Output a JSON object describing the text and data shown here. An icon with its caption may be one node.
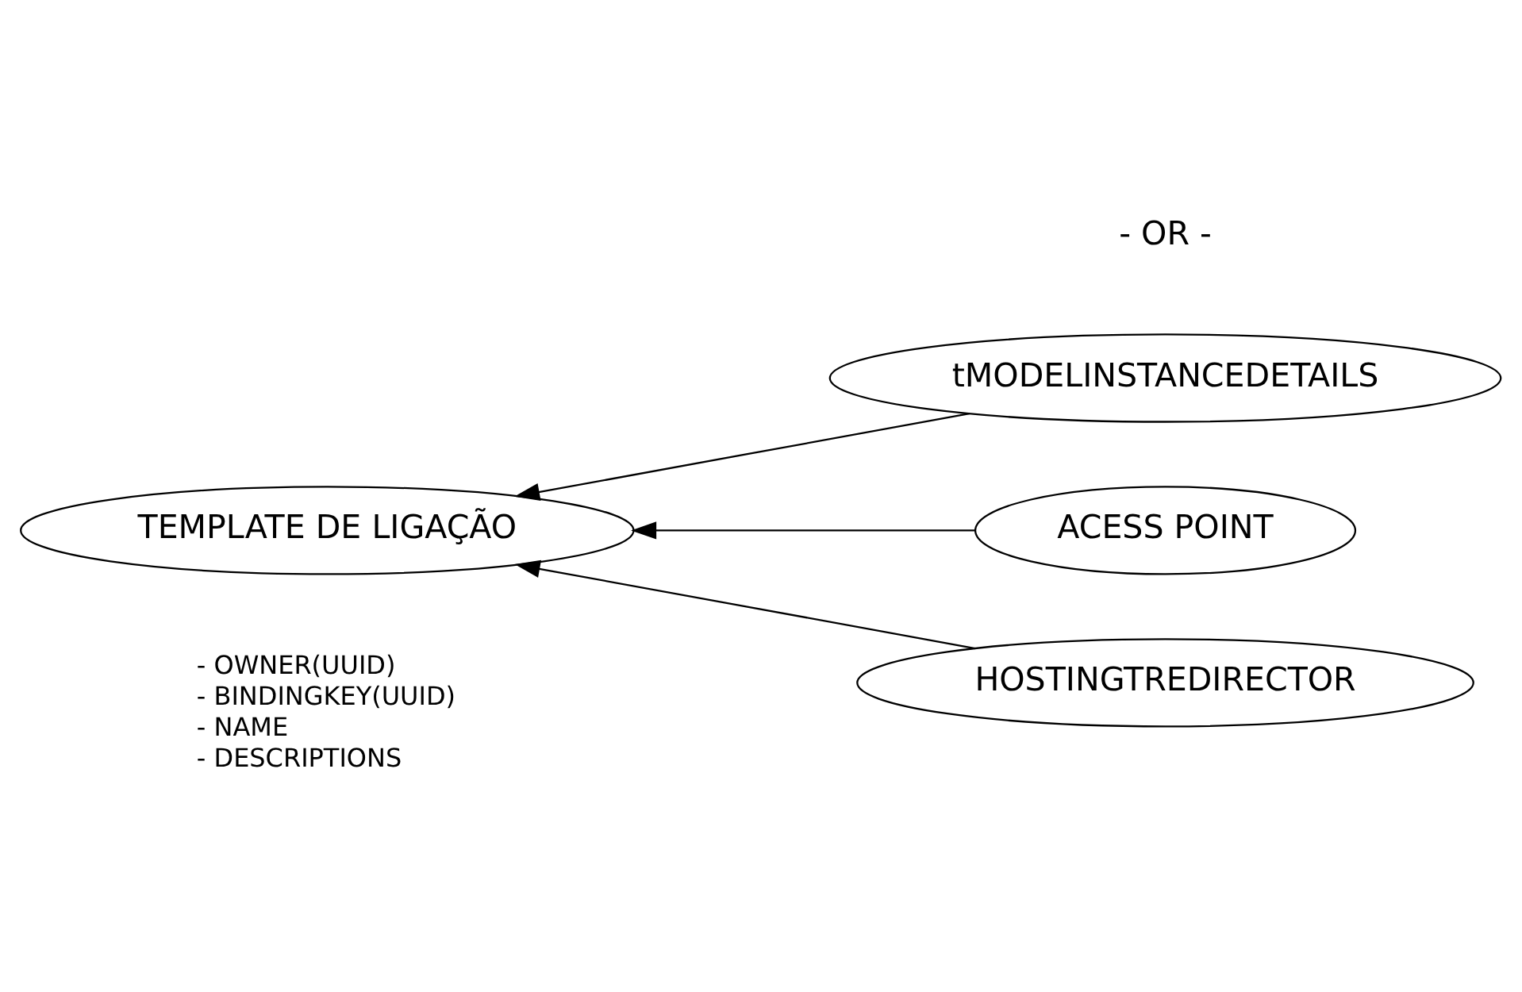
{
  "diagram": {
    "nodes": [
      {
        "text": [
          "TEMPLATE DE LIGAÇÃO"
        ]
      },
      {
        "text": [
          "tMODELINSTANCEDETAILS"
        ]
      },
      {
        "text": [
          "ACESS POINT"
        ]
      },
      {
        "text": [
          "HOSTINGTREDIRECTOR"
        ]
      }
    ],
    "edges": [
      {
        "from": 1,
        "to": 0,
        "arrow": "to"
      },
      {
        "from": 2,
        "to": 0,
        "arrow": "to"
      },
      {
        "from": 3,
        "to": 0,
        "arrow": "to"
      }
    ],
    "labels": [
      "- OR -",
      "- OWNER(UUID)",
      "- BINDINGKEY(UUID)",
      "- NAME",
      "- DESCRIPTIONS"
    ]
  }
}
